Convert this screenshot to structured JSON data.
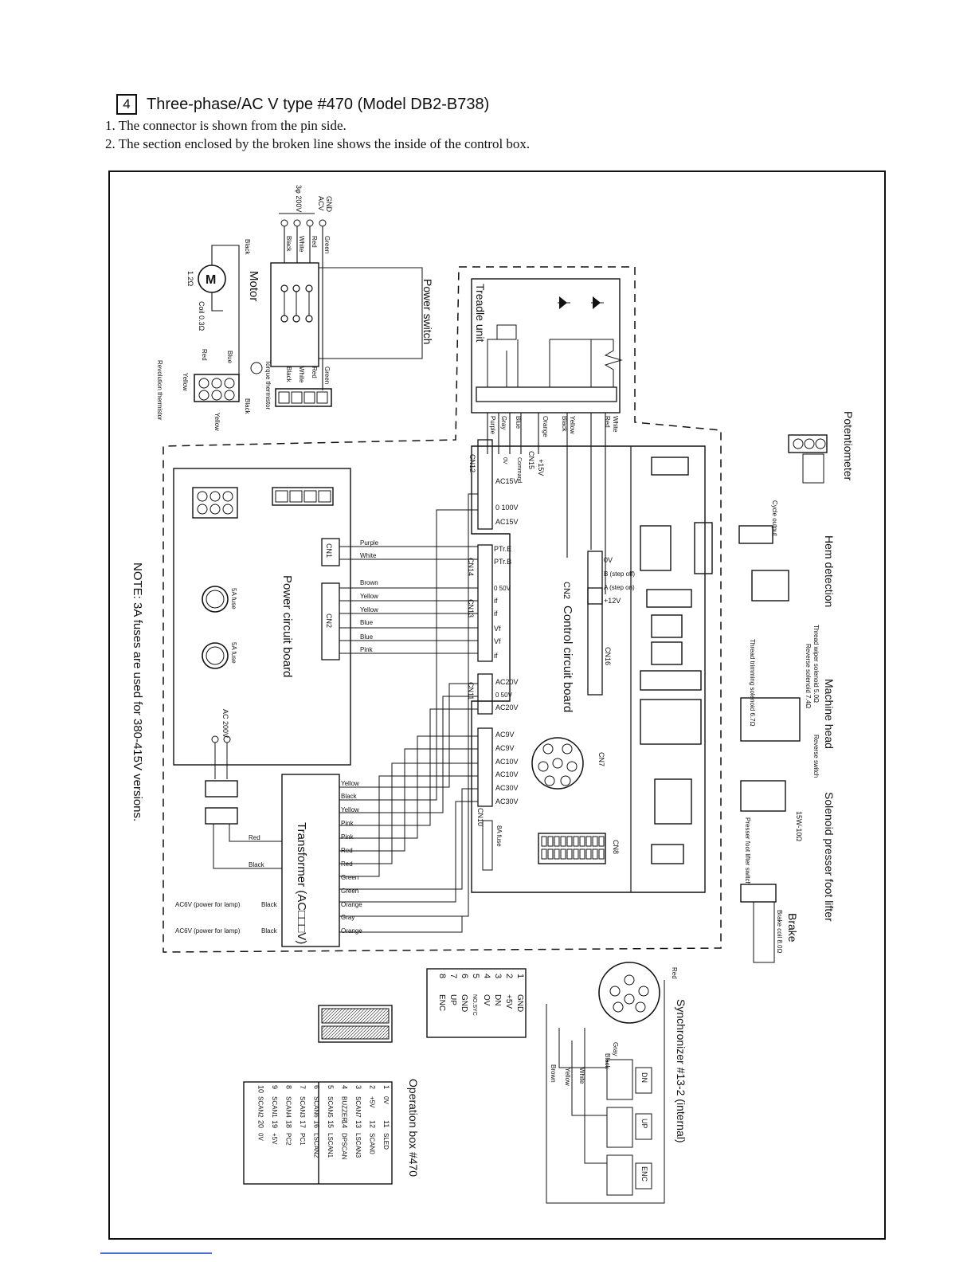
{
  "header": {
    "section_number": "4",
    "title": "Three-phase/AC V type #470 (Model DB2-B738)",
    "notes": [
      "1. The connector is shown from the pin side.",
      "2. The section enclosed by the broken line shows the inside of the control box."
    ]
  },
  "labels": {
    "power_switch": "Power switch",
    "motor": "Motor",
    "coil": "Coil 0.3Ω",
    "motor_ohm": "1.2Ω",
    "revolution_thermistor": "Revolution thermistor",
    "torque_thermistor": "Torque thermistor",
    "supply_gnd": "GND",
    "supply_acv": "ACV",
    "supply_200v": "3φ 200V",
    "treadle_unit": "Treadle unit",
    "potentiometer": "Potentiometer",
    "cycle_output": "Cycle output",
    "hem_detection": "Hem detection",
    "machine_head": "Machine head",
    "thread_wiper": "Thread wiper solenoid 5.0Ω",
    "reverse_solenoid": "Reverse solenoid 7.4Ω",
    "thread_trimming": "Thread trimming solenoid 6.7Ω",
    "reverse_switch": "Reverse switch",
    "solenoid_presser_foot_lifter": "Solenoid presser foot lifter",
    "resistor_15w": "15W-10Ω",
    "presser_foot_lifter_switch": "Presser foot lifter switch",
    "brake": "Brake",
    "brake_coil": "Brake coil 8.0Ω",
    "synchronizer": "Synchronizer #13-2 (internal)",
    "operation_box": "Operation box #470",
    "power_circuit_board": "Power circuit board",
    "control_circuit_board": "Control circuit board",
    "transformer": "Transformer (AC□□□V)",
    "note_fuses": "NOTE: 3A fuses are used for 380-415V versions.",
    "fuse_5a": "5A fuse",
    "fuse_8a": "8A fuse",
    "ac_200v": "AC 200V",
    "ac6v_lamp": "AC6V (power for lamp)",
    "dn": "DN",
    "up": "UP",
    "enc": "ENC"
  },
  "connectors": {
    "cn1": "CN1",
    "cn2": "CN2",
    "cn7": "CN7",
    "cn8": "CN8",
    "cn10": "CN10",
    "cn11": "CN11",
    "cn12": "CN12",
    "cn13": "CN13",
    "cn14": "CN14",
    "cn15": "CN15",
    "cn16": "CN16"
  },
  "wires": {
    "supply": [
      "Green",
      "Red",
      "White",
      "Black"
    ],
    "motor": [
      "Black",
      "Red",
      "Blue",
      "Yellow",
      "Black",
      "Yellow"
    ],
    "treadle": [
      "Purple",
      "Gray",
      "Blue",
      "Orange",
      "Black",
      "Yellow",
      "Red",
      "White"
    ],
    "power_board": [
      "Purple",
      "White",
      "Brown",
      "Yellow",
      "Yellow",
      "Blue",
      "Blue",
      "Pink"
    ],
    "transformer": [
      "Yellow",
      "Black",
      "Yellow",
      "Pink",
      "Pink",
      "Red",
      "Red",
      "Green",
      "Green",
      "Orange",
      "Gray",
      "Orange"
    ],
    "lamp": [
      "Black",
      "Black"
    ],
    "cn2_side": [
      "Red",
      "Black"
    ],
    "synchronizer": [
      "Red",
      "Gray",
      "Black",
      "White",
      "Yellow",
      "Brown"
    ]
  },
  "signals": {
    "cn15": [
      "+15V",
      "Command",
      "0V",
      "AC15V"
    ],
    "cn12": [
      "0 100V",
      "AC15V"
    ],
    "cn14": [
      "PTr.E",
      "PTr.B"
    ],
    "cn13": [
      "0 50V",
      "if",
      "if",
      "Vf",
      "Vf",
      "if"
    ],
    "cn11": [
      "AC20V",
      "0 50V",
      "AC20V"
    ],
    "cn10": [
      "AC9V",
      "AC9V",
      "AC10V",
      "AC10V",
      "AC30V",
      "AC30V"
    ],
    "cn16": [
      "0V",
      "B (step off)",
      "A (step on)",
      "+12V"
    ]
  },
  "op_pins": [
    {
      "n": "1",
      "s": "GND"
    },
    {
      "n": "2",
      "s": "+5V"
    },
    {
      "n": "3",
      "s": "DN"
    },
    {
      "n": "4",
      "s": "OV"
    },
    {
      "n": "5",
      "s": "NO.SYC"
    },
    {
      "n": "6",
      "s": "GND"
    },
    {
      "n": "7",
      "s": "UP"
    },
    {
      "n": "8",
      "s": "ENC"
    }
  ],
  "op_table": [
    [
      "1",
      "0V",
      "11",
      "SLED"
    ],
    [
      "2",
      "+5V",
      "12",
      "SCAN0"
    ],
    [
      "3",
      "SCAN7",
      "13",
      "LSCAN3"
    ],
    [
      "4",
      "BUZZER",
      "14",
      "DPSCAN"
    ],
    [
      "5",
      "SCAN5",
      "15",
      "LSCAN1"
    ],
    [
      "6",
      "SCAN6",
      "16",
      "LSCAN2"
    ],
    [
      "7",
      "SCAN3",
      "17",
      "PC1"
    ],
    [
      "8",
      "SCAN4",
      "18",
      "PC2"
    ],
    [
      "9",
      "SCAN1",
      "19",
      "+5V"
    ],
    [
      "10",
      "SCAN2",
      "20",
      "0V"
    ]
  ]
}
